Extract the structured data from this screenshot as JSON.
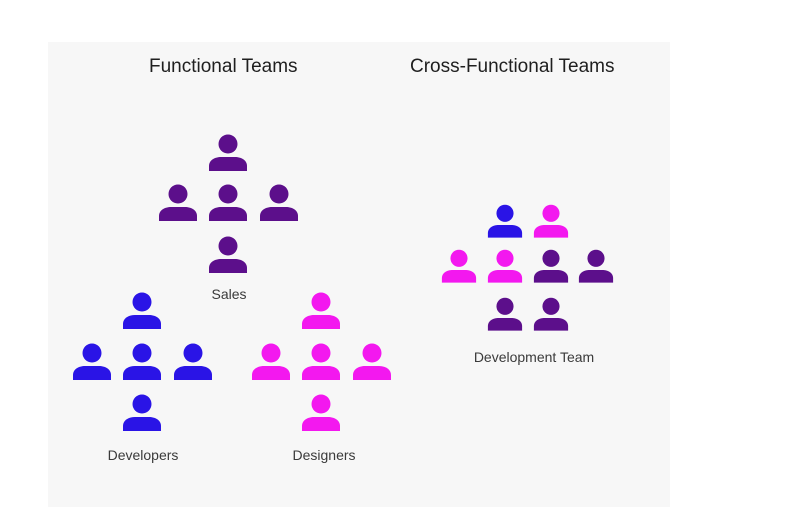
{
  "titles": {
    "functional": "Functional Teams",
    "cross_functional": "Cross-Functional Teams"
  },
  "groups": {
    "sales": "Sales",
    "developers": "Developers",
    "designers": "Designers",
    "development_team": "Development Team"
  },
  "colors": {
    "background": "#f7f7f7",
    "sales": "#5c0f8b",
    "developers": "#2a14e6",
    "designers": "#f318ef"
  },
  "icons": [
    "person-icon"
  ]
}
